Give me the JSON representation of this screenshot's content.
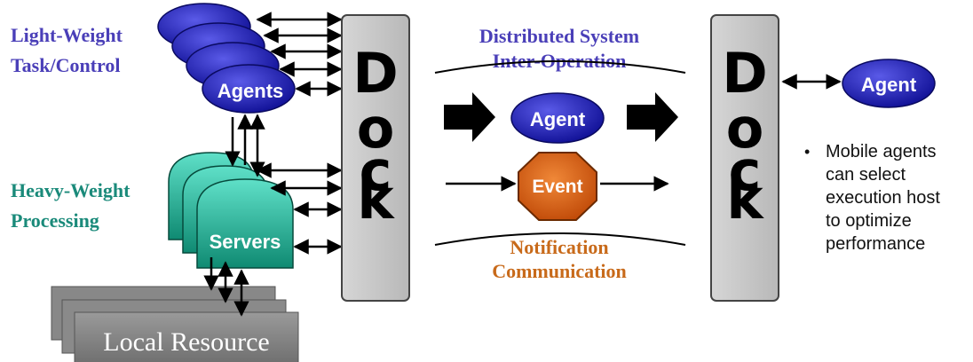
{
  "labels": {
    "light_weight_line1": "Light-Weight",
    "light_weight_line2": "Task/Control",
    "heavy_weight_line1": "Heavy-Weight",
    "heavy_weight_line2": "Processing",
    "agents": "Agents",
    "servers": "Servers",
    "local_resource": "Local Resource",
    "dock_letters": [
      "D",
      "o",
      "c",
      "k"
    ],
    "distributed_line1": "Distributed System",
    "distributed_line2": "Inter-Operation",
    "agent_center": "Agent",
    "event": "Event",
    "notification_line1": "Notification",
    "notification_line2": "Communication",
    "agent_right": "Agent"
  },
  "bullet": {
    "marker": "•",
    "lines": [
      "Mobile agents",
      "can select",
      "execution host",
      "to optimize",
      "performance"
    ]
  },
  "colors": {
    "agent_blue": "#1a1aa8",
    "server_teal": "#1aa890",
    "dock_gray": "#c8c8c8",
    "event_orange": "#d85a10",
    "purple_text": "#4a3fb8",
    "teal_text": "#1a8a7a",
    "orange_text": "#c86a1a"
  }
}
